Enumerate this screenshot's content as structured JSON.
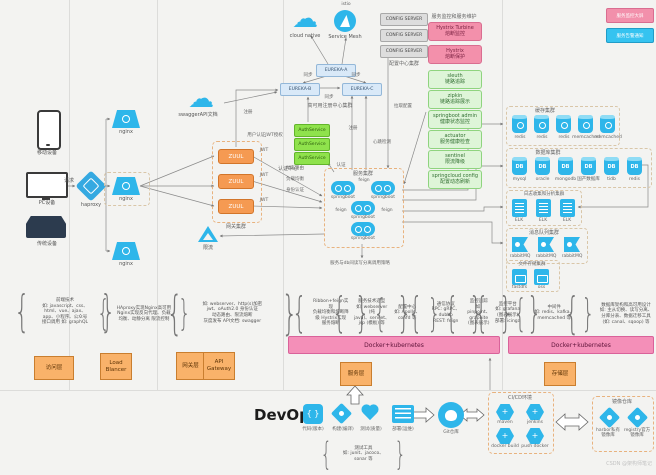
{
  "legend": {
    "pink": "服务监控大屏",
    "cyan": "服务告警通知"
  },
  "devices": {
    "mobile": "移动设备",
    "pc": "PC设备",
    "legacy": "传统设备",
    "request": "请求"
  },
  "lb": {
    "haproxy": "haproxy",
    "nginx": "nginx"
  },
  "gateway": {
    "zuul": "ZUUL",
    "jwt": "JWT",
    "group": "网关集群",
    "auth_note": "用户认证JWT授权",
    "fan1": "动态路由",
    "fan2": "负载均衡",
    "fan3": "身份认证",
    "limiter": "限流",
    "swagger": "swaggerAPI文档",
    "register": "注册"
  },
  "top": {
    "cloud_native": "cloud native",
    "istio": "istio",
    "service_mesh": "Service Mesh"
  },
  "registry": {
    "a": "EUREKA-A",
    "b": "EUREKA-B",
    "c": "EUREKA-C",
    "sync": "同步",
    "group": "高可用注册中心集群"
  },
  "config": {
    "server": "CONFIG SERVER",
    "group": "配置中心集群",
    "pull": "拉取配置"
  },
  "auth": {
    "name": "AuthService",
    "group": "认证中心",
    "label": "认证"
  },
  "cluster": {
    "title": "服务集群",
    "node": "springboot",
    "feign": "feign",
    "register": "注册",
    "heartbeat": "心跳检测",
    "note": "服务与db间读写分离调用策略"
  },
  "monitor": {
    "title": "服务监控和服务维护",
    "items": [
      {
        "name": "Hystrix Turbine",
        "desc": "熔断监控"
      },
      {
        "name": "Hystrix",
        "desc": "熔断保护"
      },
      {
        "name": "sleuth",
        "desc": "链路追踪"
      },
      {
        "name": "zipkin",
        "desc": "链路追踪展示"
      },
      {
        "name": "springboot admin",
        "desc": "健康状态监控"
      },
      {
        "name": "actuator",
        "desc": "服务健康检查"
      },
      {
        "name": "sentinel",
        "desc": "限流降级"
      },
      {
        "name": "springcloud config",
        "desc": "配置动态刷新"
      }
    ]
  },
  "storage": {
    "cache": {
      "title": "缓存集群",
      "items": [
        "redis",
        "redis",
        "redis",
        "memcached",
        "memcached"
      ]
    },
    "db": {
      "title": "数据库集群",
      "items": [
        "mysql",
        "oracle",
        "mongodb",
        "国产数据库",
        "tidb",
        "redis"
      ]
    },
    "log": {
      "title": "日志收集和分析集群",
      "items": [
        "ELK",
        "ELK",
        "ELK"
      ]
    },
    "mq": {
      "title": "消息队列集群",
      "items": [
        "rabbitMQ",
        "rabbitMQ",
        "rabbitMQ"
      ]
    },
    "file": {
      "title": "文件存储集群",
      "items": [
        "fastdfs",
        "oss"
      ]
    }
  },
  "notes": {
    "access": "前端技术\n如: javascript、css、\nhtml、vue、ajax、\napp、小程序、公众号\n接口调用 如: graphQL",
    "lb": "HAproxy实现Nginx高可用\nNginx实现反向代理、负载\n均衡、动静分离 限流控制",
    "gateway": "如: webserver、http(s)加密\njwt、oAuth2.0 身份认证\n动态路由、限流熔断\n灰度发布 API文档: swagger",
    "m1": "Ribbon+feign实现\n负载均衡和熔断降\n级 Hystrix实现\n服务熔断",
    "m2": "服务技术选型\n如: webserver (纯\njava)、servlet、\njsp (模板) 等",
    "m3": "配置中心\n如: Apollo、\nconfd 等",
    "m4": "通信协议\nRPC: gRPC、\ndubbo\nREST: feign",
    "m5": "监控追踪\n如: pinpoint、\ngraphite\n(图表展示)",
    "m6": "监控平台\n如: grafana\n(图表展示)\n部署: icinga",
    "r1": "中间件\n如: redis、kafka、\nmemcached 等",
    "r2": "数据库架构和高可用设计\n如: 主从切换、读写分离、\n分库分表、数据迁移工具\n(如: canal、sqoop) 等"
  },
  "platform": {
    "docker_k8s": "Docker+kubernetes",
    "access": "访问层",
    "lb": "Load Blancer",
    "gw": "网关层",
    "api_gw": "API Gateway",
    "service": "服务层",
    "storage": "存储层"
  },
  "devops": {
    "title": "DevOps",
    "steps": [
      "代码(版本)",
      "构建(编译)",
      "测试(质量)",
      "部署(运维)"
    ],
    "git": "Git仓库",
    "tools": "测试工具\n如: junit、jacoco、\nsonar 等",
    "cicd": {
      "title": "CI/CD环境",
      "items": [
        "maven",
        "jenkins",
        "docker build",
        "push docker"
      ]
    },
    "registry": {
      "title": "镜像仓库",
      "items": [
        "harbor私有镜像库",
        "registry官方镜像库"
      ]
    }
  },
  "watermark": "CSDN @架构师笔记"
}
